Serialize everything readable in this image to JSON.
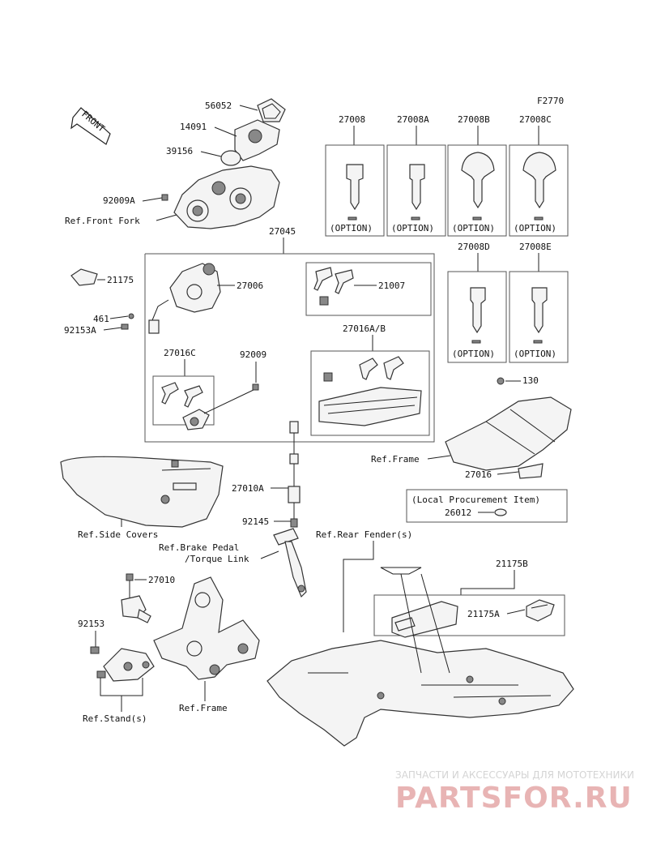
{
  "figure_code": "F2770",
  "front_arrow_text": "FRONT",
  "labels": {
    "p56052": "56052",
    "p14091": "14091",
    "p39156": "39156",
    "p92009A": "92009A",
    "ref_front_fork": "Ref.Front Fork",
    "p27045": "27045",
    "p21175": "21175",
    "p27006": "27006",
    "p461": "461",
    "p92153A": "92153A",
    "p21007": "21007",
    "p27016AB": "27016A/B",
    "p27016C": "27016C",
    "p92009": "92009",
    "p27008": "27008",
    "p27008A": "27008A",
    "p27008B": "27008B",
    "p27008C": "27008C",
    "p27008D": "27008D",
    "p27008E": "27008E",
    "option": "(OPTION)",
    "p130": "130",
    "ref_frame_right": "Ref.Frame",
    "p27016": "27016",
    "local_procurement": "(Local Procurement Item)",
    "p26012": "26012",
    "p27010A": "27010A",
    "p92145": "92145",
    "ref_side_covers": "Ref.Side Covers",
    "ref_brake_pedal_1": "Ref.Brake Pedal",
    "ref_brake_pedal_2": "/Torque Link",
    "ref_rear_fender": "Ref.Rear Fender(s)",
    "p21175B": "21175B",
    "p21175A": "21175A",
    "p27010": "27010",
    "p92153": "92153",
    "ref_frame_bottom": "Ref.Frame",
    "ref_stands": "Ref.Stand(s)"
  },
  "watermark": {
    "line1": "ЗАПЧАСТИ И АКСЕССУАРЫ ДЛЯ МОТОТЕХНИКИ",
    "line2": "PARTSFOR.RU"
  }
}
